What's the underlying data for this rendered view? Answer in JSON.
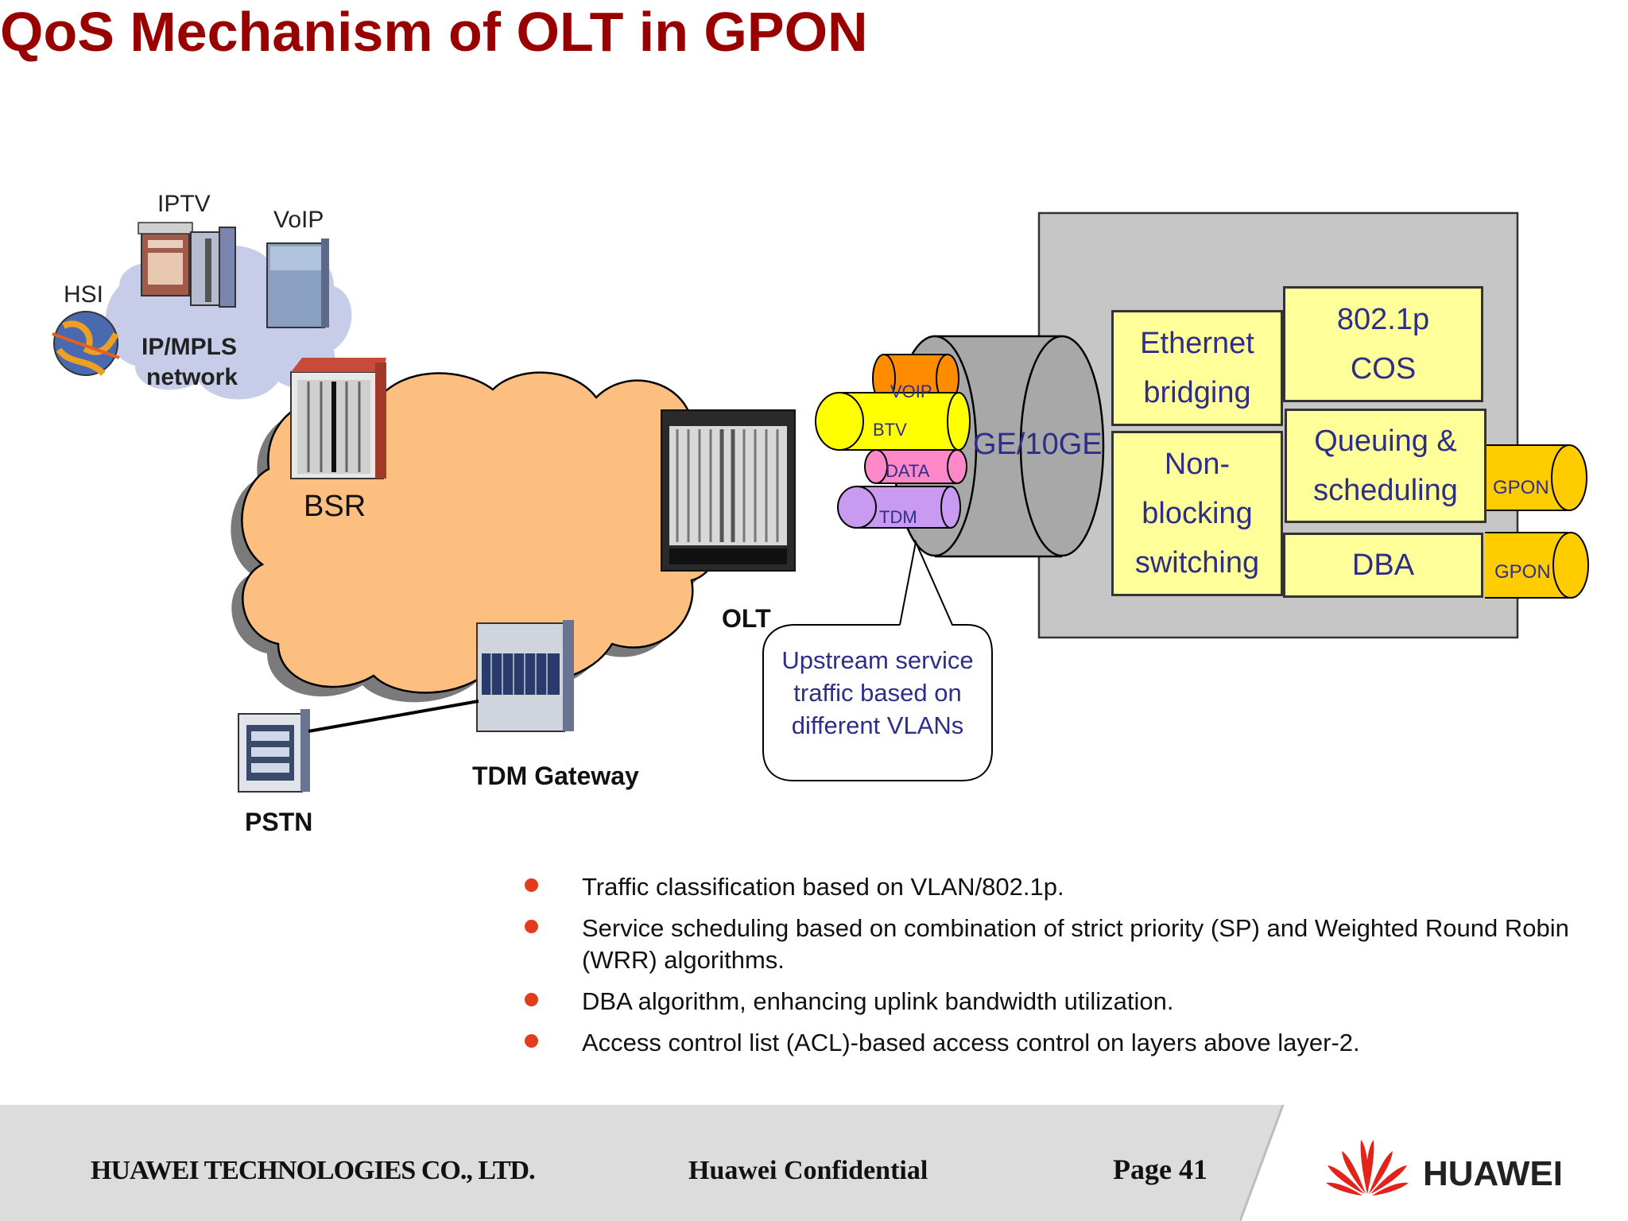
{
  "title": "QoS Mechanism of OLT in GPON",
  "network": {
    "iptv_label": "IPTV",
    "voip_label": "VoIP",
    "hsi_label": "HSI",
    "ipmpls_label_1": "IP/MPLS",
    "ipmpls_label_2": "network",
    "bsr_label": "BSR",
    "olt_label": "OLT",
    "tdm_gateway_label": "TDM Gateway",
    "pstn_label": "PSTN"
  },
  "pipes": {
    "voip": "VOIP",
    "btv": "BTV",
    "data": "DATA",
    "tdm": "TDM",
    "uplink": "GE/10GE"
  },
  "callout": {
    "line1": "Upstream service",
    "line2": "traffic based on",
    "line3": "different VLANs"
  },
  "functions": {
    "ethernet_1": "Ethernet",
    "ethernet_2": "bridging",
    "cos_1": "802.1p",
    "cos_2": "COS",
    "nonblock_1": "Non-",
    "nonblock_2": "blocking",
    "nonblock_3": "switching",
    "queue_1": "Queuing &",
    "queue_2": "scheduling",
    "dba": "DBA"
  },
  "ports": {
    "gpon_1": "GPON",
    "gpon_2": "GPON"
  },
  "bullets": [
    "Traffic classification based on VLAN/802.1p.",
    "Service scheduling based on combination of strict priority (SP) and Weighted Round Robin (WRR) algorithms.",
    "DBA algorithm, enhancing uplink bandwidth utilization.",
    "Access control list (ACL)-based access control on layers above layer-2."
  ],
  "footer": {
    "company": "HUAWEI TECHNOLOGIES CO., LTD.",
    "confidential": "Huawei Confidential",
    "page": "Page 41",
    "brand": "HUAWEI"
  },
  "colors": {
    "title": "#990000",
    "function_box": "#ffff99",
    "function_text": "#2e2e8a",
    "cloud": "#fdbf80",
    "bullet": "#e23c1d",
    "voip_pipe": "#ff8c00",
    "btv_pipe": "#ffff00",
    "data_pipe": "#ff88c8",
    "tdm_pipe": "#c89af0",
    "gpon_pipe": "#ffcc00"
  }
}
